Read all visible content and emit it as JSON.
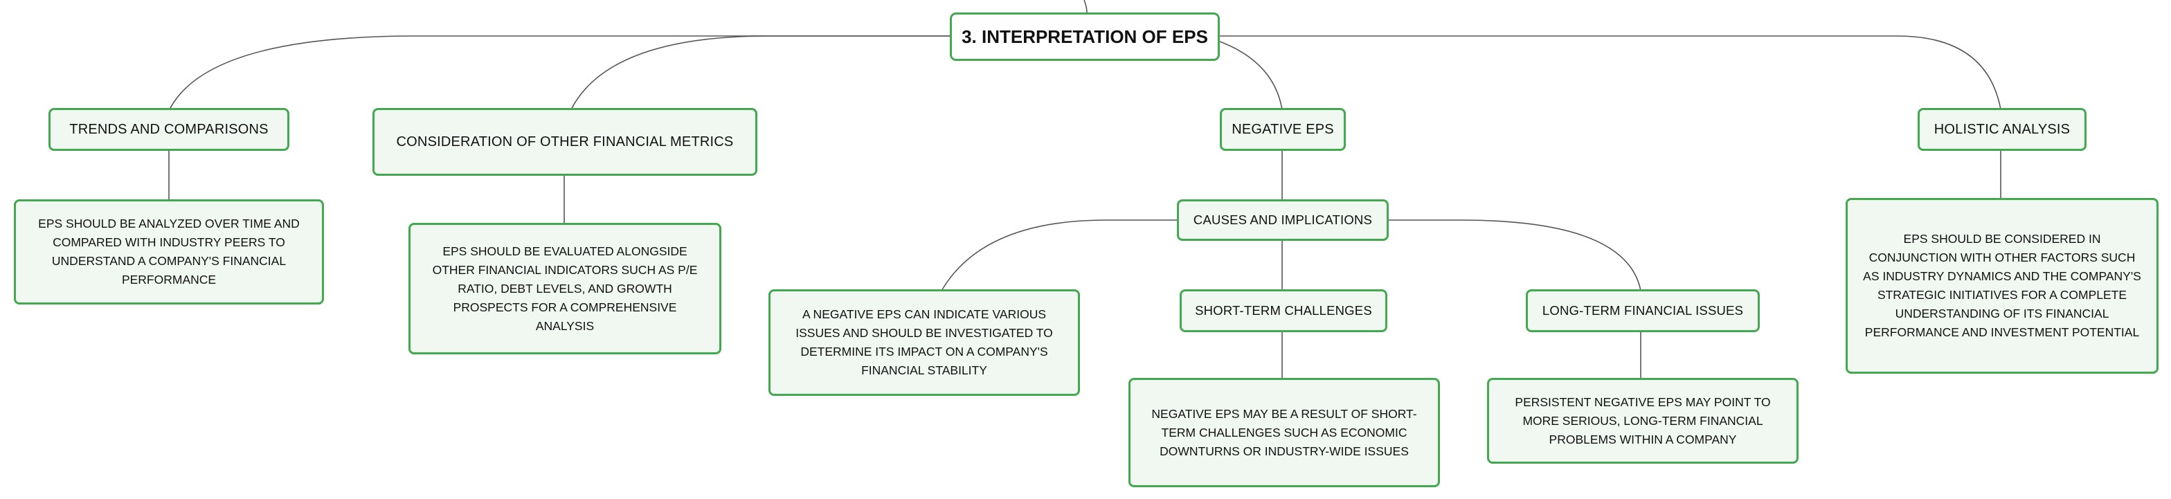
{
  "colors": {
    "accent": "#43a84f",
    "fill": "#f1f8f1",
    "line": "#555555"
  },
  "root": {
    "label": "3. INTERPRETATION OF EPS"
  },
  "branches": {
    "trends": {
      "label": "TRENDS AND COMPARISONS",
      "detail": "EPS SHOULD BE ANALYZED OVER TIME AND COMPARED WITH INDUSTRY PEERS TO UNDERSTAND A COMPANY'S FINANCIAL PERFORMANCE"
    },
    "metrics": {
      "label": "CONSIDERATION OF OTHER FINANCIAL METRICS",
      "detail": "EPS SHOULD BE EVALUATED ALONGSIDE OTHER FINANCIAL INDICATORS SUCH AS P/E RATIO, DEBT LEVELS, AND GROWTH PROSPECTS FOR A COMPREHENSIVE ANALYSIS"
    },
    "negative": {
      "label": "NEGATIVE EPS",
      "causes": {
        "label": "CAUSES AND IMPLICATIONS",
        "detail": "A NEGATIVE EPS CAN INDICATE VARIOUS ISSUES AND SHOULD BE INVESTIGATED TO DETERMINE ITS IMPACT ON A COMPANY'S FINANCIAL STABILITY",
        "short_term": {
          "label": "SHORT-TERM CHALLENGES",
          "detail": "NEGATIVE EPS MAY BE A RESULT OF SHORT-TERM CHALLENGES SUCH AS ECONOMIC DOWNTURNS OR INDUSTRY-WIDE ISSUES"
        },
        "long_term": {
          "label": "LONG-TERM FINANCIAL ISSUES",
          "detail": "PERSISTENT NEGATIVE EPS MAY POINT TO MORE SERIOUS, LONG-TERM FINANCIAL PROBLEMS WITHIN A COMPANY"
        }
      }
    },
    "holistic": {
      "label": "HOLISTIC ANALYSIS",
      "detail": "EPS SHOULD BE CONSIDERED IN CONJUNCTION WITH OTHER FACTORS SUCH AS INDUSTRY DYNAMICS AND THE COMPANY'S STRATEGIC INITIATIVES FOR A COMPLETE UNDERSTANDING OF ITS FINANCIAL PERFORMANCE AND INVESTMENT POTENTIAL"
    }
  }
}
